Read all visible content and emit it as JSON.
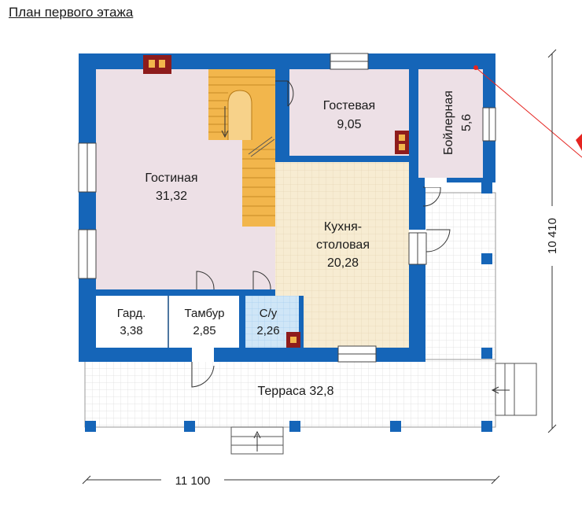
{
  "title": "План первого этажа",
  "rooms": {
    "living": {
      "name": "Гостиная",
      "area": "31,32"
    },
    "guest": {
      "name": "Гостевая",
      "area": "9,05"
    },
    "boiler": {
      "name": "Бойлерная",
      "area": "5,6"
    },
    "kitchen": {
      "name_line1": "Кухня-",
      "name_line2": "столовая",
      "area": "20,28"
    },
    "wardrobe": {
      "name": "Гард.",
      "area": "3,38"
    },
    "vestibule": {
      "name": "Тамбур",
      "area": "2,85"
    },
    "wc": {
      "name": "С/у",
      "area": "2,26"
    },
    "terrace": {
      "label": "Терраса 32,8"
    }
  },
  "dimensions": {
    "width": "11 100",
    "height": "10 410"
  },
  "colors": {
    "wall": "#1565b8",
    "living_floor": "#ede0e6",
    "kitchen_floor": "#f7ecd2",
    "wc_floor": "#cfe6f7",
    "chimney": "#8e1c1c",
    "stairs": "#f2b64c",
    "annotation": "#e52420"
  }
}
